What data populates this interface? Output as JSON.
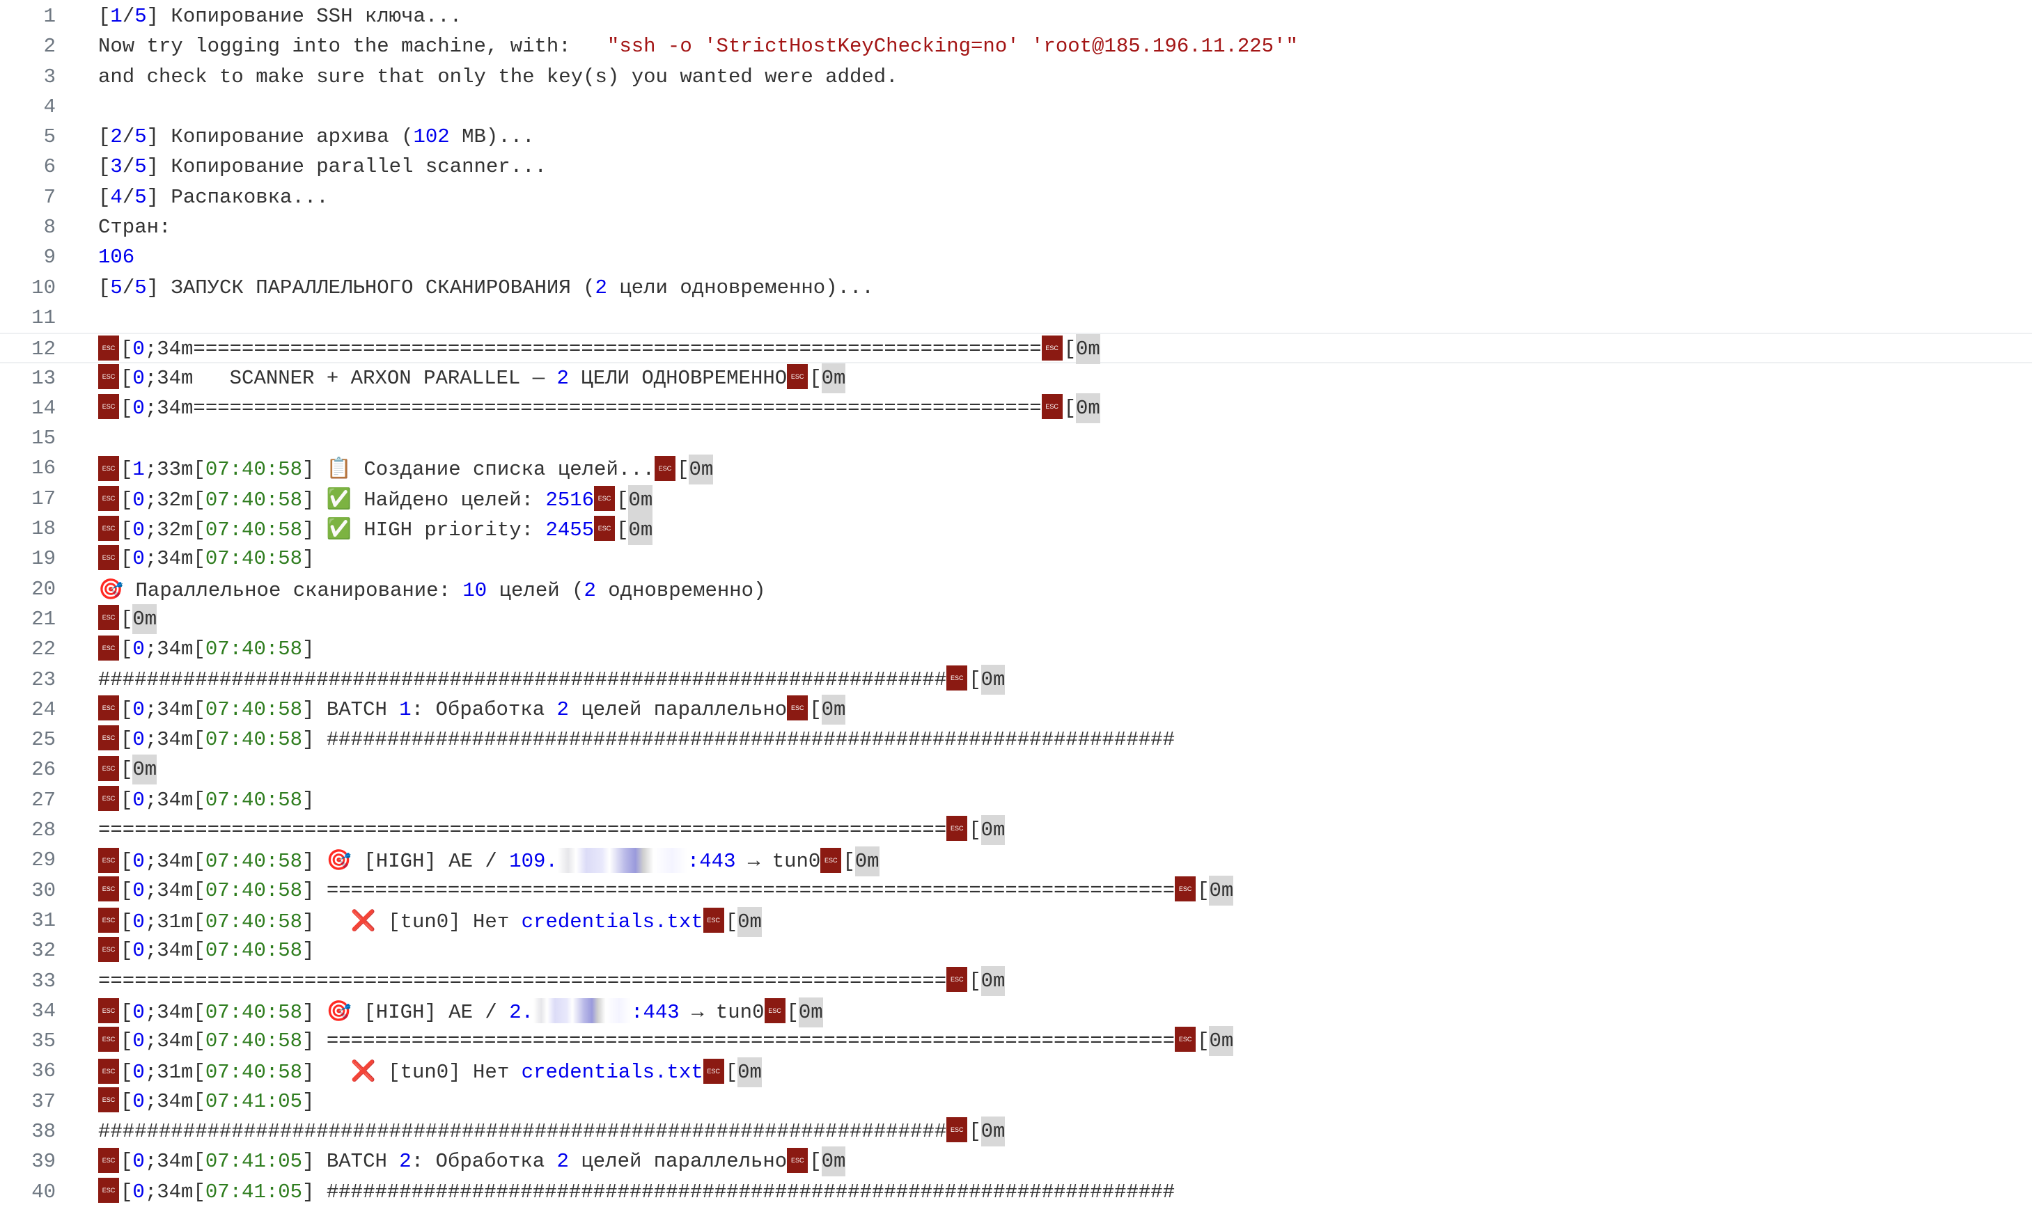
{
  "esc_label": "ESC",
  "active_line": 12,
  "lines": [
    [
      [
        "n",
        "["
      ],
      [
        "b",
        "1"
      ],
      [
        "n",
        "/"
      ],
      [
        "b",
        "5"
      ],
      [
        "n",
        "] Копирование SSH ключа..."
      ]
    ],
    [
      [
        "n",
        "Now try logging into the machine, with:   "
      ],
      [
        "r",
        "\"ssh -o 'StrictHostKeyChecking=no' 'root@185.196.11.225'\""
      ]
    ],
    [
      [
        "n",
        "and check to make sure that only the key(s) you wanted were added."
      ]
    ],
    [],
    [
      [
        "n",
        "["
      ],
      [
        "b",
        "2"
      ],
      [
        "n",
        "/"
      ],
      [
        "b",
        "5"
      ],
      [
        "n",
        "] Копирование архива ("
      ],
      [
        "b",
        "102"
      ],
      [
        "n",
        " MB)..."
      ]
    ],
    [
      [
        "n",
        "["
      ],
      [
        "b",
        "3"
      ],
      [
        "n",
        "/"
      ],
      [
        "b",
        "5"
      ],
      [
        "n",
        "] Копирование parallel scanner..."
      ]
    ],
    [
      [
        "n",
        "["
      ],
      [
        "b",
        "4"
      ],
      [
        "n",
        "/"
      ],
      [
        "b",
        "5"
      ],
      [
        "n",
        "] Распаковка..."
      ]
    ],
    [
      [
        "n",
        "Стран:"
      ]
    ],
    [
      [
        "b",
        "106"
      ]
    ],
    [
      [
        "n",
        "["
      ],
      [
        "b",
        "5"
      ],
      [
        "n",
        "/"
      ],
      [
        "b",
        "5"
      ],
      [
        "n",
        "] ЗАПУСК ПАРАЛЛЕЛЬНОГО СКАНИРОВАНИЯ ("
      ],
      [
        "b",
        "2"
      ],
      [
        "n",
        " цели одновременно)..."
      ]
    ],
    [],
    [
      [
        "esc"
      ],
      [
        "n",
        "["
      ],
      [
        "b",
        "0"
      ],
      [
        "n",
        ";34m======================================================================"
      ],
      [
        "esc"
      ],
      [
        "n",
        "["
      ],
      [
        "rst",
        "0m"
      ]
    ],
    [
      [
        "esc"
      ],
      [
        "n",
        "["
      ],
      [
        "b",
        "0"
      ],
      [
        "n",
        ";34m   SCANNER + ARXON PARALLEL — "
      ],
      [
        "b",
        "2"
      ],
      [
        "n",
        " ЦЕЛИ ОДНОВРЕМЕННО"
      ],
      [
        "esc"
      ],
      [
        "n",
        "["
      ],
      [
        "rst",
        "0m"
      ]
    ],
    [
      [
        "esc"
      ],
      [
        "n",
        "["
      ],
      [
        "b",
        "0"
      ],
      [
        "n",
        ";34m======================================================================"
      ],
      [
        "esc"
      ],
      [
        "n",
        "["
      ],
      [
        "rst",
        "0m"
      ]
    ],
    [],
    [
      [
        "esc"
      ],
      [
        "n",
        "["
      ],
      [
        "b",
        "1"
      ],
      [
        "n",
        ";33m["
      ],
      [
        "g",
        "07:40:58"
      ],
      [
        "n",
        "] "
      ],
      [
        "emoji",
        "📋"
      ],
      [
        "n",
        " Создание списка целей..."
      ],
      [
        "esc"
      ],
      [
        "n",
        "["
      ],
      [
        "rst",
        "0m"
      ]
    ],
    [
      [
        "esc"
      ],
      [
        "n",
        "["
      ],
      [
        "b",
        "0"
      ],
      [
        "n",
        ";32m["
      ],
      [
        "g",
        "07:40:58"
      ],
      [
        "n",
        "] "
      ],
      [
        "ok",
        "✅"
      ],
      [
        "n",
        " Найдено целей: "
      ],
      [
        "b",
        "2516"
      ],
      [
        "esc"
      ],
      [
        "n",
        "["
      ],
      [
        "rst",
        "0m"
      ]
    ],
    [
      [
        "esc"
      ],
      [
        "n",
        "["
      ],
      [
        "b",
        "0"
      ],
      [
        "n",
        ";32m["
      ],
      [
        "g",
        "07:40:58"
      ],
      [
        "n",
        "] "
      ],
      [
        "ok",
        "✅"
      ],
      [
        "n",
        " HIGH priority: "
      ],
      [
        "b",
        "2455"
      ],
      [
        "esc"
      ],
      [
        "n",
        "["
      ],
      [
        "rst",
        "0m"
      ]
    ],
    [
      [
        "esc"
      ],
      [
        "n",
        "["
      ],
      [
        "b",
        "0"
      ],
      [
        "n",
        ";34m["
      ],
      [
        "g",
        "07:40:58"
      ],
      [
        "n",
        "]"
      ]
    ],
    [
      [
        "tgt",
        "🎯"
      ],
      [
        "n",
        " Параллельное сканирование: "
      ],
      [
        "b",
        "10"
      ],
      [
        "n",
        " целей ("
      ],
      [
        "b",
        "2"
      ],
      [
        "n",
        " одновременно)"
      ]
    ],
    [
      [
        "esc"
      ],
      [
        "n",
        "["
      ],
      [
        "rst",
        "0m"
      ]
    ],
    [
      [
        "esc"
      ],
      [
        "n",
        "["
      ],
      [
        "b",
        "0"
      ],
      [
        "n",
        ";34m["
      ],
      [
        "g",
        "07:40:58"
      ],
      [
        "n",
        "]"
      ]
    ],
    [
      [
        "n",
        "######################################################################"
      ],
      [
        "esc"
      ],
      [
        "n",
        "["
      ],
      [
        "rst",
        "0m"
      ]
    ],
    [
      [
        "esc"
      ],
      [
        "n",
        "["
      ],
      [
        "b",
        "0"
      ],
      [
        "n",
        ";34m["
      ],
      [
        "g",
        "07:40:58"
      ],
      [
        "n",
        "] BATCH "
      ],
      [
        "b",
        "1"
      ],
      [
        "n",
        ": Обработка "
      ],
      [
        "b",
        "2"
      ],
      [
        "n",
        " целей параллельно"
      ],
      [
        "esc"
      ],
      [
        "n",
        "["
      ],
      [
        "rst",
        "0m"
      ]
    ],
    [
      [
        "esc"
      ],
      [
        "n",
        "["
      ],
      [
        "b",
        "0"
      ],
      [
        "n",
        ";34m["
      ],
      [
        "g",
        "07:40:58"
      ],
      [
        "n",
        "] ######################################################################"
      ]
    ],
    [
      [
        "esc"
      ],
      [
        "n",
        "["
      ],
      [
        "rst",
        "0m"
      ]
    ],
    [
      [
        "esc"
      ],
      [
        "n",
        "["
      ],
      [
        "b",
        "0"
      ],
      [
        "n",
        ";34m["
      ],
      [
        "g",
        "07:40:58"
      ],
      [
        "n",
        "]"
      ]
    ],
    [
      [
        "n",
        "======================================================================"
      ],
      [
        "esc"
      ],
      [
        "n",
        "["
      ],
      [
        "rst",
        "0m"
      ]
    ],
    [
      [
        "esc"
      ],
      [
        "n",
        "["
      ],
      [
        "b",
        "0"
      ],
      [
        "n",
        ";34m["
      ],
      [
        "g",
        "07:40:58"
      ],
      [
        "n",
        "] "
      ],
      [
        "tgt",
        "🎯"
      ],
      [
        "n",
        " [HIGH] AE / "
      ],
      [
        "b",
        "109."
      ],
      [
        "blur1"
      ],
      [
        "b",
        ":443"
      ],
      [
        "n",
        " → tun0"
      ],
      [
        "esc"
      ],
      [
        "n",
        "["
      ],
      [
        "rst",
        "0m"
      ]
    ],
    [
      [
        "esc"
      ],
      [
        "n",
        "["
      ],
      [
        "b",
        "0"
      ],
      [
        "n",
        ";34m["
      ],
      [
        "g",
        "07:40:58"
      ],
      [
        "n",
        "] ======================================================================"
      ],
      [
        "esc"
      ],
      [
        "n",
        "["
      ],
      [
        "rst",
        "0m"
      ]
    ],
    [
      [
        "esc"
      ],
      [
        "n",
        "["
      ],
      [
        "b",
        "0"
      ],
      [
        "n",
        ";31m["
      ],
      [
        "g",
        "07:40:58"
      ],
      [
        "n",
        "]   "
      ],
      [
        "x",
        "❌"
      ],
      [
        "n",
        " [tun0] Нет "
      ],
      [
        "b",
        "credentials.txt"
      ],
      [
        "esc"
      ],
      [
        "n",
        "["
      ],
      [
        "rst",
        "0m"
      ]
    ],
    [
      [
        "esc"
      ],
      [
        "n",
        "["
      ],
      [
        "b",
        "0"
      ],
      [
        "n",
        ";34m["
      ],
      [
        "g",
        "07:40:58"
      ],
      [
        "n",
        "]"
      ]
    ],
    [
      [
        "n",
        "======================================================================"
      ],
      [
        "esc"
      ],
      [
        "n",
        "["
      ],
      [
        "rst",
        "0m"
      ]
    ],
    [
      [
        "esc"
      ],
      [
        "n",
        "["
      ],
      [
        "b",
        "0"
      ],
      [
        "n",
        ";34m["
      ],
      [
        "g",
        "07:40:58"
      ],
      [
        "n",
        "] "
      ],
      [
        "tgt",
        "🎯"
      ],
      [
        "n",
        " [HIGH] AE / "
      ],
      [
        "b",
        "2."
      ],
      [
        "blur2"
      ],
      [
        "b",
        ":443"
      ],
      [
        "n",
        " → tun0"
      ],
      [
        "esc"
      ],
      [
        "n",
        "["
      ],
      [
        "rst",
        "0m"
      ]
    ],
    [
      [
        "esc"
      ],
      [
        "n",
        "["
      ],
      [
        "b",
        "0"
      ],
      [
        "n",
        ";34m["
      ],
      [
        "g",
        "07:40:58"
      ],
      [
        "n",
        "] ======================================================================"
      ],
      [
        "esc"
      ],
      [
        "n",
        "["
      ],
      [
        "rst",
        "0m"
      ]
    ],
    [
      [
        "esc"
      ],
      [
        "n",
        "["
      ],
      [
        "b",
        "0"
      ],
      [
        "n",
        ";31m["
      ],
      [
        "g",
        "07:40:58"
      ],
      [
        "n",
        "]   "
      ],
      [
        "x",
        "❌"
      ],
      [
        "n",
        " [tun0] Нет "
      ],
      [
        "b",
        "credentials.txt"
      ],
      [
        "esc"
      ],
      [
        "n",
        "["
      ],
      [
        "rst",
        "0m"
      ]
    ],
    [
      [
        "esc"
      ],
      [
        "n",
        "["
      ],
      [
        "b",
        "0"
      ],
      [
        "n",
        ";34m["
      ],
      [
        "g",
        "07:41:05"
      ],
      [
        "n",
        "]"
      ]
    ],
    [
      [
        "n",
        "######################################################################"
      ],
      [
        "esc"
      ],
      [
        "n",
        "["
      ],
      [
        "rst",
        "0m"
      ]
    ],
    [
      [
        "esc"
      ],
      [
        "n",
        "["
      ],
      [
        "b",
        "0"
      ],
      [
        "n",
        ";34m["
      ],
      [
        "g",
        "07:41:05"
      ],
      [
        "n",
        "] BATCH "
      ],
      [
        "b",
        "2"
      ],
      [
        "n",
        ": Обработка "
      ],
      [
        "b",
        "2"
      ],
      [
        "n",
        " целей параллельно"
      ],
      [
        "esc"
      ],
      [
        "n",
        "["
      ],
      [
        "rst",
        "0m"
      ]
    ],
    [
      [
        "esc"
      ],
      [
        "n",
        "["
      ],
      [
        "b",
        "0"
      ],
      [
        "n",
        ";34m["
      ],
      [
        "g",
        "07:41:05"
      ],
      [
        "n",
        "] ######################################################################"
      ]
    ]
  ]
}
